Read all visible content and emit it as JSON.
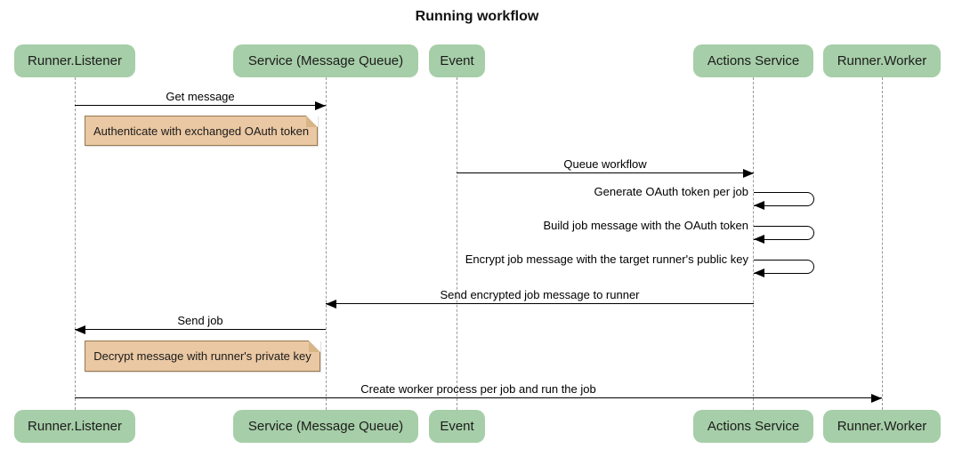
{
  "title": "Running workflow",
  "actors": [
    {
      "label": "Runner.Listener"
    },
    {
      "label": "Service (Message Queue)"
    },
    {
      "label": "Event"
    },
    {
      "label": "Actions Service"
    },
    {
      "label": "Runner.Worker"
    }
  ],
  "messages": [
    {
      "from": "Runner.Listener",
      "to": "Service (Message Queue)",
      "direction": "right",
      "label": "Get message"
    },
    {
      "from": "Event",
      "to": "Actions Service",
      "direction": "right",
      "label": "Queue workflow"
    },
    {
      "from": "Actions Service",
      "to": "Actions Service",
      "direction": "self",
      "label": "Generate OAuth token per job"
    },
    {
      "from": "Actions Service",
      "to": "Actions Service",
      "direction": "self",
      "label": "Build job message with the OAuth token"
    },
    {
      "from": "Actions Service",
      "to": "Actions Service",
      "direction": "self",
      "label": "Encrypt job message with the target runner's public key"
    },
    {
      "from": "Actions Service",
      "to": "Service (Message Queue)",
      "direction": "left",
      "label": "Send encrypted job message to runner"
    },
    {
      "from": "Service (Message Queue)",
      "to": "Runner.Listener",
      "direction": "left",
      "label": "Send job"
    },
    {
      "from": "Runner.Listener",
      "to": "Runner.Worker",
      "direction": "right",
      "label": "Create worker process per job and run the job"
    }
  ],
  "notes": [
    {
      "over": "Runner.Listener",
      "label": "Authenticate with exchanged OAuth token"
    },
    {
      "over": "Runner.Listener",
      "label": "Decrypt message with runner's private key"
    }
  ],
  "colors": {
    "actor_fill": "#A6CEA8",
    "note_fill": "#EAC8A3",
    "note_border": "#97784E",
    "lifeline": "#999999",
    "arrow": "#000000",
    "background": "#FFFFFF"
  }
}
